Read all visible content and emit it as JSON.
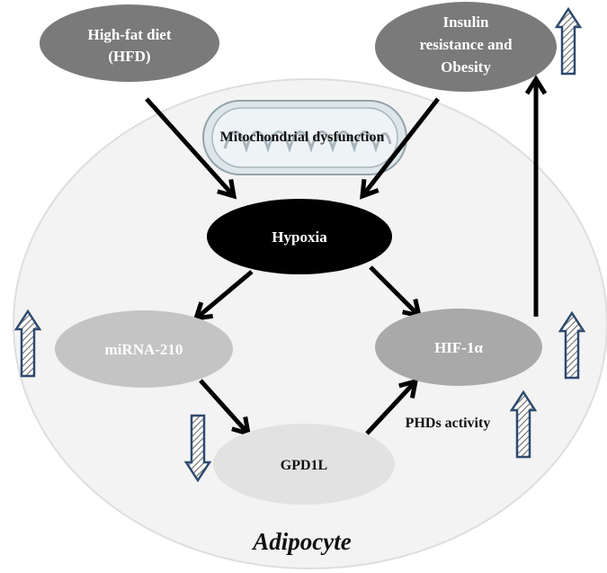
{
  "nodes": {
    "hfd": {
      "line1": "High-fat diet",
      "line2": "(HFD)"
    },
    "insulin": {
      "line1": "Insulin",
      "line2": "resistance and",
      "line3": "Obesity"
    },
    "hypoxia": {
      "label": "Hypoxia"
    },
    "mirna": {
      "label": "miRNA-210"
    },
    "hif": {
      "label": "HIF-1α"
    },
    "gpd1l": {
      "label": "GPD1L"
    }
  },
  "annotations": {
    "mito": "Mitochondrial dysfunction",
    "phds": "PHDs activity",
    "cell": "Adipocyte"
  },
  "indicators": {
    "insulin": "up",
    "mirna": "up",
    "hif": "up",
    "phds": "up",
    "gpd1l": "down"
  },
  "colors": {
    "cell_fill": "#f3f3f3",
    "dark_node": "#7a7a7a",
    "hypoxia_node": "#000000",
    "light_node": "#c4c4c4",
    "pale_node": "#e2e2e2",
    "arrow_border": "#2e4a6e",
    "mito_fill": "#dde6ea"
  }
}
